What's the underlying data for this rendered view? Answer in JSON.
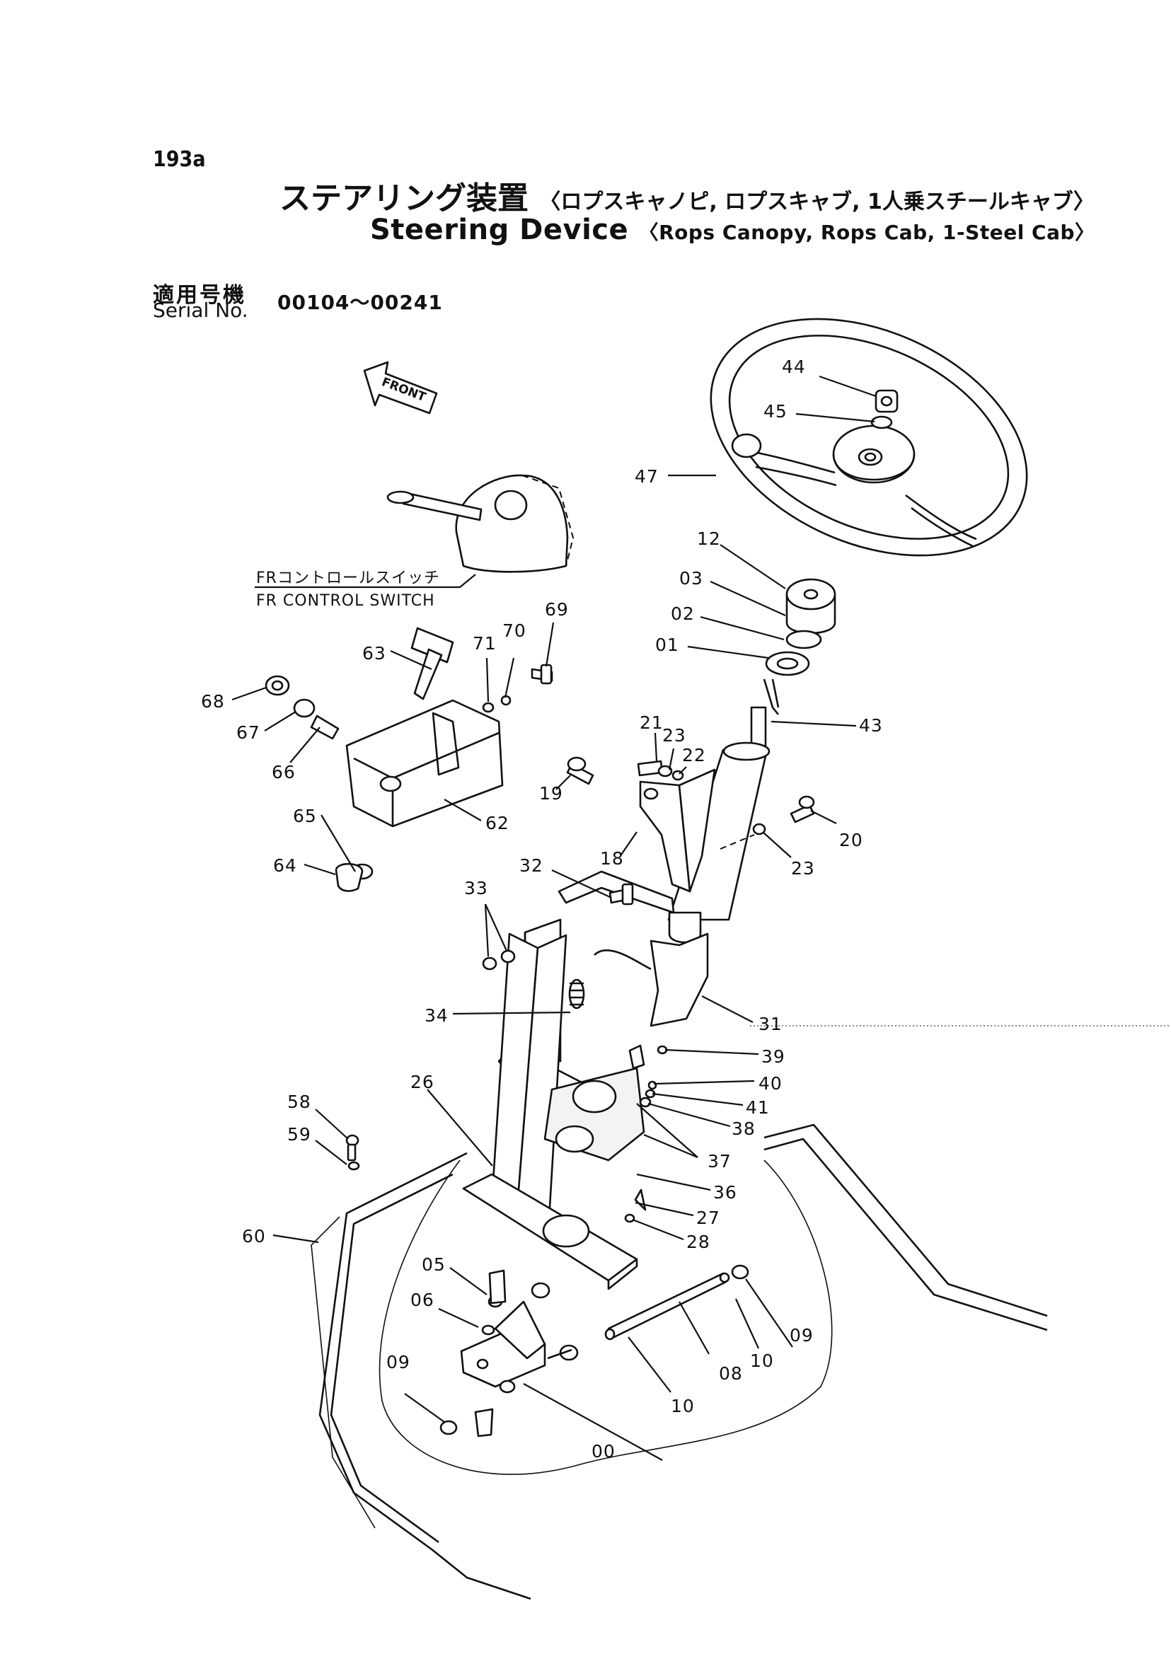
{
  "page": {
    "number": "193a",
    "title_jp": "ステアリング装置",
    "title_jp_sub": "〈ロプスキャノピ, ロプスキャブ, 1人乗スチールキャブ〉",
    "title_en": "Steering Device",
    "title_en_sub": "〈Rops Canopy, Rops Cab, 1-Steel Cab〉",
    "serial_label_jp": "適用号機",
    "serial_label_en": "Serial No.",
    "serial_range": "00104～00241"
  },
  "diagram": {
    "front_arrow": "FRONT",
    "fr_switch_jp": "FRコントロールスイッチ",
    "fr_switch_en": "FR CONTROL SWITCH",
    "callouts": [
      "44",
      "45",
      "47",
      "12",
      "03",
      "02",
      "01",
      "43",
      "21",
      "23",
      "22",
      "19",
      "18",
      "20",
      "23",
      "69",
      "70",
      "71",
      "63",
      "68",
      "67",
      "66",
      "62",
      "65",
      "64",
      "32",
      "33",
      "34",
      "31",
      "39",
      "40",
      "41",
      "38",
      "37",
      "36",
      "27",
      "28",
      "26",
      "58",
      "59",
      "60",
      "05",
      "06",
      "09",
      "00",
      "10",
      "08",
      "10",
      "09"
    ]
  }
}
